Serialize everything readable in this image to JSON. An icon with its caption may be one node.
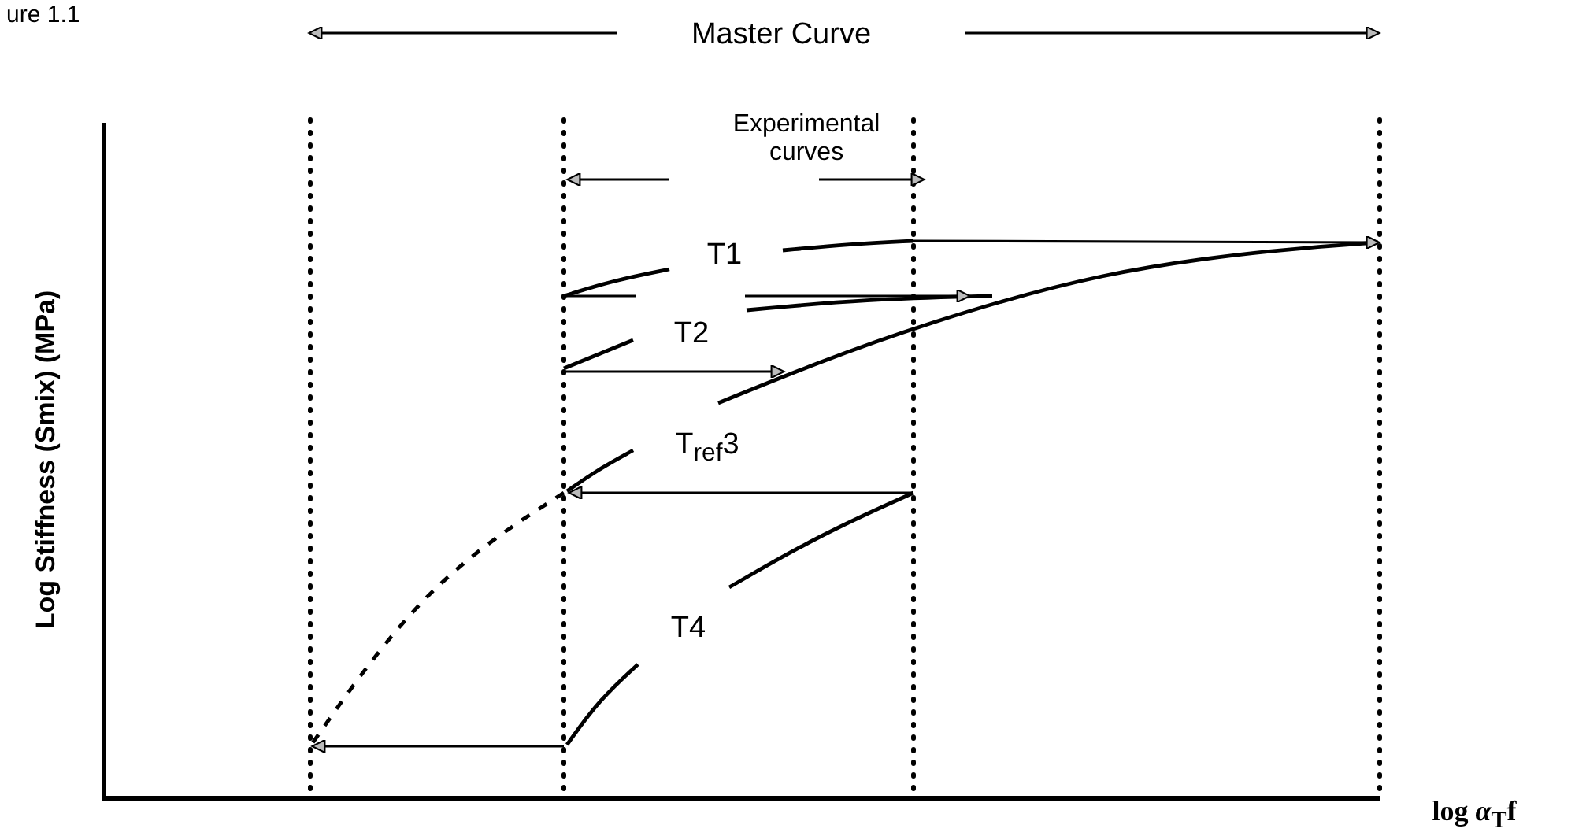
{
  "diagram": {
    "labels": [
      "ure 1.1",
      "Master Curve",
      "Experimental curves",
      "T1",
      "T2",
      "T$_{ref}$3",
      "T4",
      "Log Stiffness (Smix) (MPa)",
      "log *α*$_{T}$f"
    ]
  }
}
